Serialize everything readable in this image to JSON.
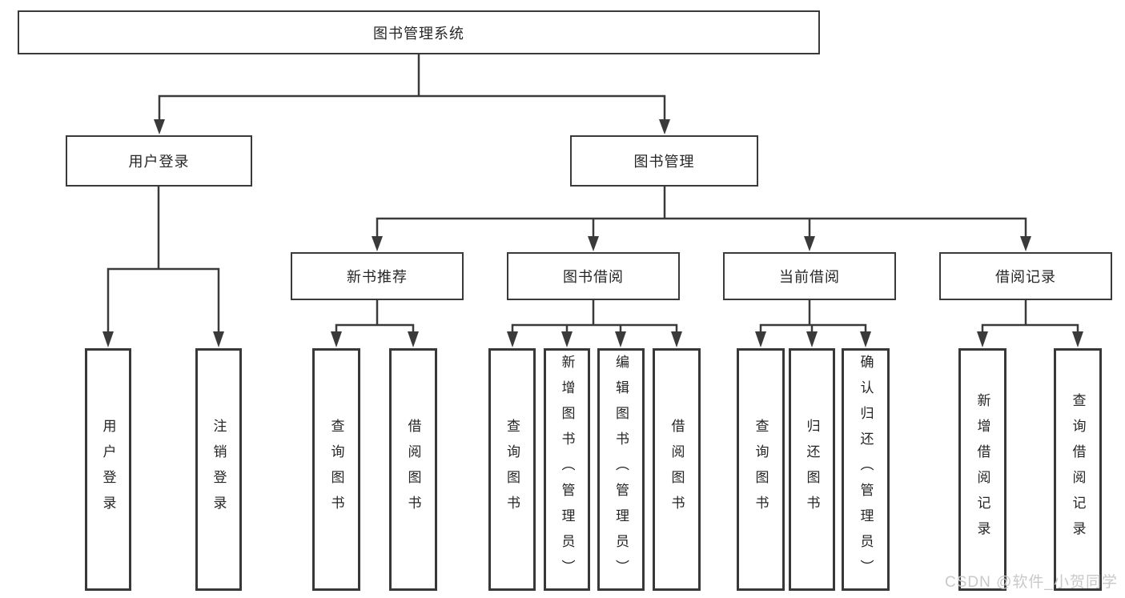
{
  "watermark": "CSDN @软件_小贺同学",
  "colors": {
    "line": "#3a3a3a",
    "text": "#262626",
    "background": "#ffffff",
    "watermark": "#c9c9c9"
  },
  "hierarchy": {
    "label": "图书管理系统",
    "children": [
      {
        "label": "用户登录",
        "children": [
          {
            "label": "用户登录"
          },
          {
            "label": "注销登录"
          }
        ]
      },
      {
        "label": "图书管理",
        "children": [
          {
            "label": "新书推荐",
            "children": [
              {
                "label": "查询图书"
              },
              {
                "label": "借阅图书"
              }
            ]
          },
          {
            "label": "图书借阅",
            "children": [
              {
                "label": "查询图书"
              },
              {
                "label": "新增图书（管理员）"
              },
              {
                "label": "编辑图书（管理员）"
              },
              {
                "label": "借阅图书"
              }
            ]
          },
          {
            "label": "当前借阅",
            "children": [
              {
                "label": "查询图书"
              },
              {
                "label": "归还图书"
              },
              {
                "label": "确认归还（管理员）"
              }
            ]
          },
          {
            "label": "借阅记录",
            "children": [
              {
                "label": "新增借阅记录"
              },
              {
                "label": "查询借阅记录"
              }
            ]
          }
        ]
      }
    ]
  }
}
